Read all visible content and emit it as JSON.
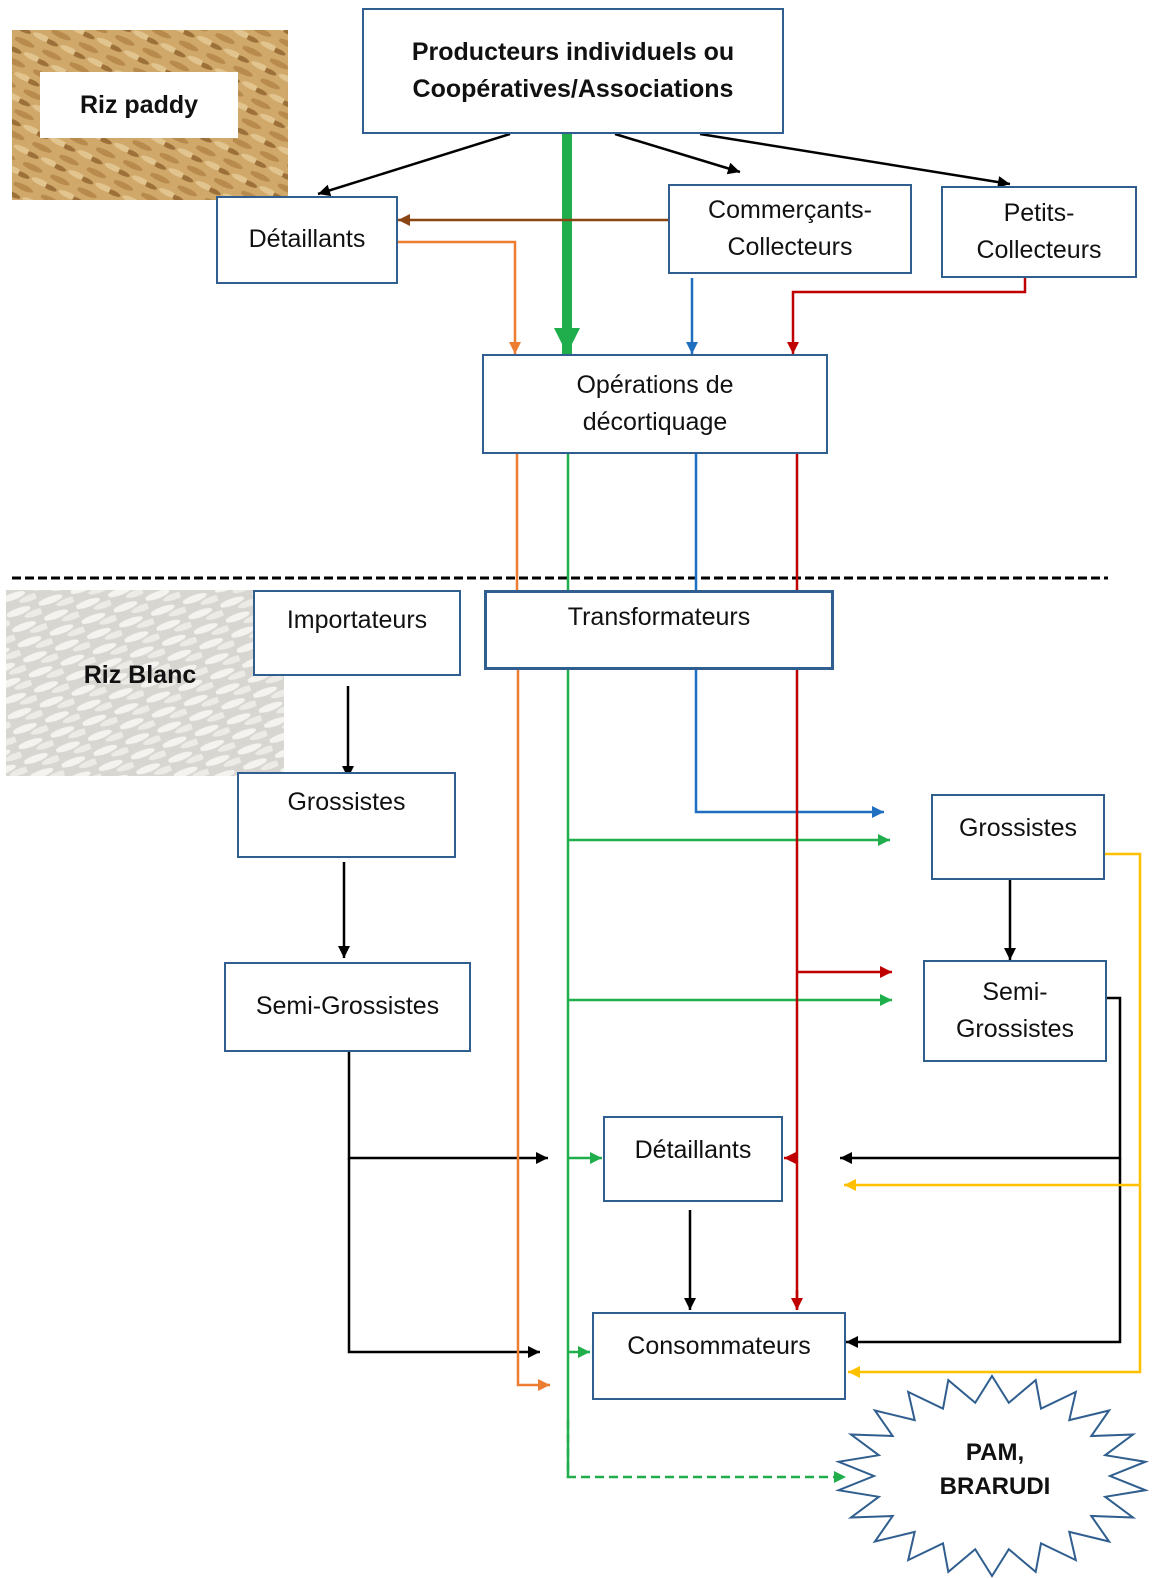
{
  "images": {
    "paddy": {
      "label": "Riz paddy",
      "icon": "paddy-rice-photo"
    },
    "white": {
      "label": "Riz Blanc",
      "icon": "white-rice-photo"
    }
  },
  "nodes": {
    "producteurs": {
      "line1": "Producteurs individuels ou",
      "line2": "Coopératives/Associations"
    },
    "detaillants_top": {
      "line1": "Détaillants"
    },
    "commercants": {
      "line1": "Commerçants-",
      "line2": "Collecteurs"
    },
    "petits": {
      "line1": "Petits-",
      "line2": "Collecteurs"
    },
    "operations": {
      "line1": "Opérations de",
      "line2": "décortiquage"
    },
    "importateurs": {
      "line1": "Importateurs"
    },
    "transformateurs": {
      "line1": "Transformateurs"
    },
    "grossistes_left": {
      "line1": "Grossistes"
    },
    "semi_left": {
      "line1": "Semi-Grossistes"
    },
    "grossistes_right": {
      "line1": "Grossistes"
    },
    "semi_right": {
      "line1": "Semi-",
      "line2": "Grossistes"
    },
    "detaillants_bottom": {
      "line1": "Détaillants"
    },
    "consommateurs": {
      "line1": "Consommateurs"
    },
    "pam": {
      "line1": "PAM,",
      "line2": "BRARUDI"
    }
  },
  "colors": {
    "box_border": "#2f5e8f",
    "black": "#000000",
    "green": "#1fae4b",
    "blue": "#1f6fc0",
    "red": "#c00000",
    "orange": "#ed7d31",
    "brown": "#8b4513",
    "yellow": "#ffc000",
    "star_outline": "#2f5e8f"
  }
}
